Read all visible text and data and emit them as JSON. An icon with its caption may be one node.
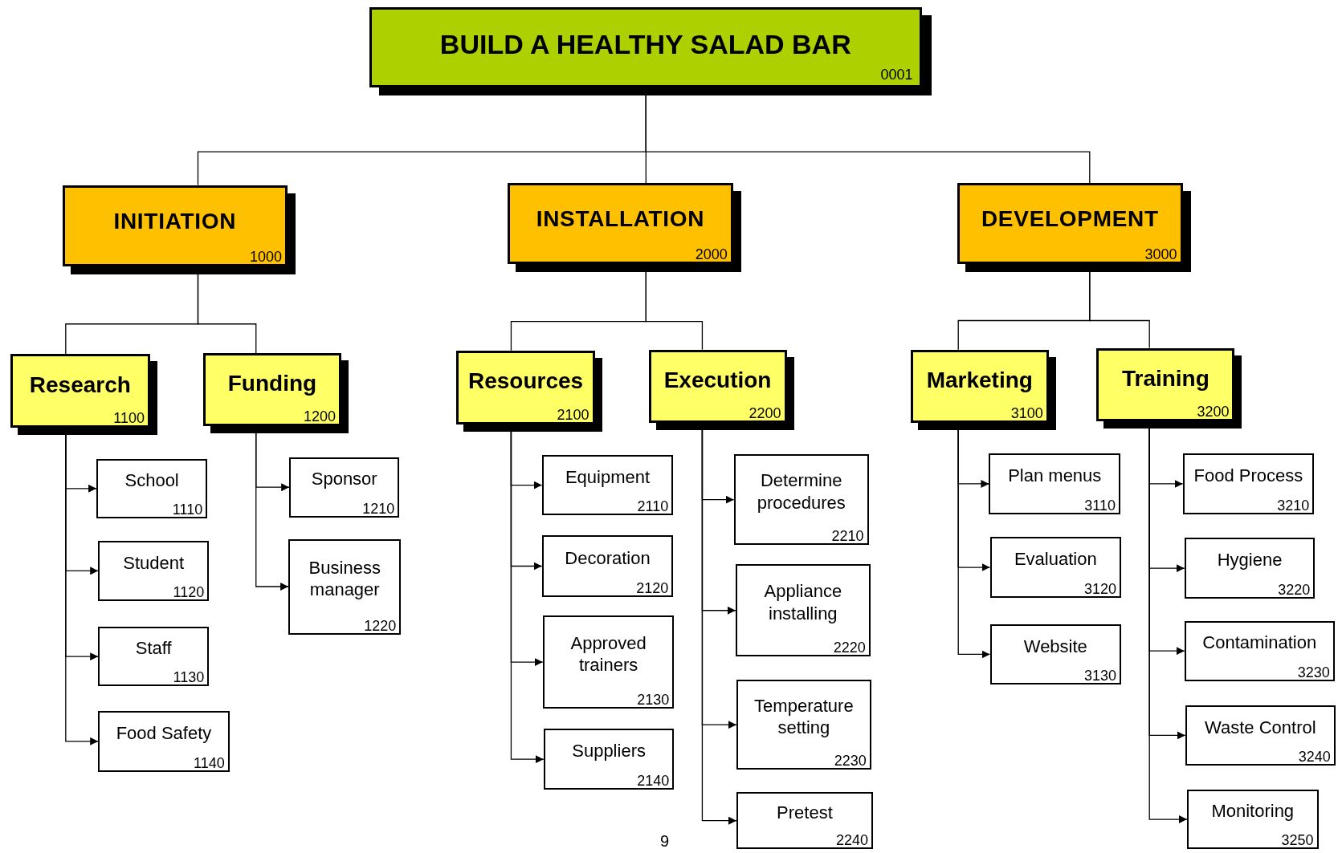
{
  "diagram": {
    "nodes": [
      {
        "text": [
          "BUILD A HEALTHY SALAD BAR",
          "0001"
        ]
      },
      {
        "text": [
          "INITIATION",
          "1000"
        ]
      },
      {
        "text": [
          "INSTALLATION",
          "2000"
        ]
      },
      {
        "text": [
          "DEVELOPMENT",
          "3000"
        ]
      },
      {
        "text": [
          "Research",
          "1100"
        ]
      },
      {
        "text": [
          "Funding",
          "1200"
        ]
      },
      {
        "text": [
          "Resources",
          "2100"
        ]
      },
      {
        "text": [
          "Execution",
          "2200"
        ]
      },
      {
        "text": [
          "Marketing",
          "3100"
        ]
      },
      {
        "text": [
          "Training",
          "3200"
        ]
      },
      {
        "text": [
          "School",
          "1110"
        ]
      },
      {
        "text": [
          "Student",
          "1120"
        ]
      },
      {
        "text": [
          "Staff",
          "1130"
        ]
      },
      {
        "text": [
          "Food Safety",
          "1140"
        ]
      },
      {
        "text": [
          "Sponsor",
          "1210"
        ]
      },
      {
        "text": [
          "Business manager",
          "1220"
        ]
      },
      {
        "text": [
          "Equipment",
          "2110"
        ]
      },
      {
        "text": [
          "Decoration",
          "2120"
        ]
      },
      {
        "text": [
          "Approved trainers",
          "2130"
        ]
      },
      {
        "text": [
          "Suppliers",
          "2140"
        ]
      },
      {
        "text": [
          "Determine procedures",
          "2210"
        ]
      },
      {
        "text": [
          "Appliance installing",
          "2220"
        ]
      },
      {
        "text": [
          "Temperature setting",
          "2230"
        ]
      },
      {
        "text": [
          "Pretest",
          "2240"
        ]
      },
      {
        "text": [
          "Plan menus",
          "3110"
        ]
      },
      {
        "text": [
          "Evaluation",
          "3120"
        ]
      },
      {
        "text": [
          "Website",
          "3130"
        ]
      },
      {
        "text": [
          "Food Process",
          "3210"
        ]
      },
      {
        "text": [
          "Hygiene",
          "3220"
        ]
      },
      {
        "text": [
          "Contamination",
          "3230"
        ]
      },
      {
        "text": [
          "Waste Control",
          "3240"
        ]
      },
      {
        "text": [
          "Monitoring",
          "3250"
        ]
      }
    ],
    "edges": [
      {
        "from": 0,
        "to": 1,
        "arrow": "none"
      },
      {
        "from": 0,
        "to": 2,
        "arrow": "none"
      },
      {
        "from": 0,
        "to": 3,
        "arrow": "none"
      },
      {
        "from": 1,
        "to": 4,
        "arrow": "none"
      },
      {
        "from": 1,
        "to": 5,
        "arrow": "none"
      },
      {
        "from": 2,
        "to": 6,
        "arrow": "none"
      },
      {
        "from": 2,
        "to": 7,
        "arrow": "none"
      },
      {
        "from": 3,
        "to": 8,
        "arrow": "none"
      },
      {
        "from": 3,
        "to": 9,
        "arrow": "none"
      },
      {
        "from": 4,
        "to": 10,
        "arrow": "to"
      },
      {
        "from": 4,
        "to": 11,
        "arrow": "to"
      },
      {
        "from": 4,
        "to": 12,
        "arrow": "to"
      },
      {
        "from": 4,
        "to": 13,
        "arrow": "to"
      },
      {
        "from": 5,
        "to": 14,
        "arrow": "to"
      },
      {
        "from": 5,
        "to": 15,
        "arrow": "to"
      },
      {
        "from": 6,
        "to": 16,
        "arrow": "to"
      },
      {
        "from": 6,
        "to": 17,
        "arrow": "to"
      },
      {
        "from": 6,
        "to": 18,
        "arrow": "to"
      },
      {
        "from": 6,
        "to": 19,
        "arrow": "to"
      },
      {
        "from": 7,
        "to": 20,
        "arrow": "to"
      },
      {
        "from": 7,
        "to": 21,
        "arrow": "to"
      },
      {
        "from": 7,
        "to": 22,
        "arrow": "to"
      },
      {
        "from": 7,
        "to": 23,
        "arrow": "to"
      },
      {
        "from": 8,
        "to": 24,
        "arrow": "to"
      },
      {
        "from": 8,
        "to": 25,
        "arrow": "to"
      },
      {
        "from": 8,
        "to": 26,
        "arrow": "to"
      },
      {
        "from": 9,
        "to": 27,
        "arrow": "to"
      },
      {
        "from": 9,
        "to": 28,
        "arrow": "to"
      },
      {
        "from": 9,
        "to": 29,
        "arrow": "to"
      },
      {
        "from": 9,
        "to": 30,
        "arrow": "to"
      },
      {
        "from": 9,
        "to": 31,
        "arrow": "to"
      }
    ],
    "labels": [
      "9"
    ]
  }
}
